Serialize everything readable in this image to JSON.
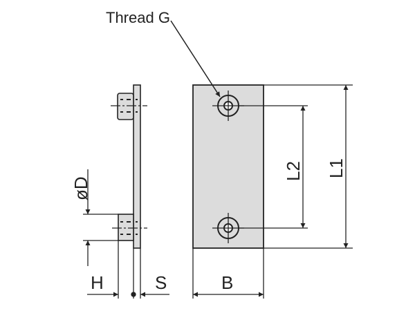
{
  "labels": {
    "thread": "Thread G",
    "diameter": "øD",
    "height": "H",
    "thickness": "S",
    "width": "B",
    "hole_spacing": "L2",
    "length": "L1"
  },
  "colors": {
    "fill": "#dcdcdc",
    "stroke": "#222222"
  }
}
